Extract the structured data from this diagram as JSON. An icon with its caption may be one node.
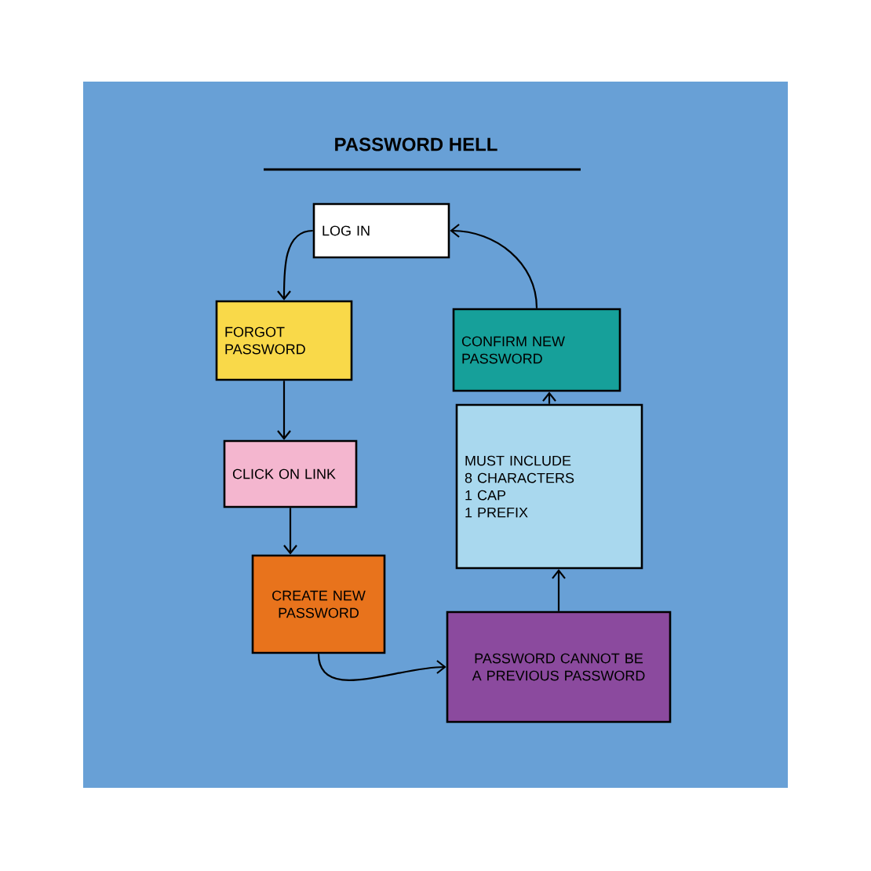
{
  "diagram": {
    "title": "PASSWORD HELL",
    "nodes": [
      {
        "text": [
          "LOG IN"
        ]
      },
      {
        "text": [
          "FORGOT PASSWORD"
        ]
      },
      {
        "text": [
          "CLICK ON LINK"
        ]
      },
      {
        "text": [
          "CREATE NEW PASSWORD"
        ]
      },
      {
        "text": [
          "CONFIRM NEW PASSWORD"
        ]
      },
      {
        "text": [
          "MUST INCLUDE",
          "8 CHARACTERS",
          "1 CAP",
          "1 PREFIX"
        ]
      },
      {
        "text": [
          "PASSWORD CANNOT BE A PREVIOUS PASSWORD"
        ]
      }
    ],
    "edges": [
      {
        "from": 0,
        "to": 1,
        "arrow": "to"
      },
      {
        "from": 1,
        "to": 2,
        "arrow": "to"
      },
      {
        "from": 2,
        "to": 3,
        "arrow": "to"
      },
      {
        "from": 3,
        "to": 6,
        "arrow": "to"
      },
      {
        "from": 6,
        "to": 5,
        "arrow": "to"
      },
      {
        "from": 5,
        "to": 4,
        "arrow": "to"
      },
      {
        "from": 4,
        "to": 0,
        "arrow": "to"
      }
    ]
  }
}
